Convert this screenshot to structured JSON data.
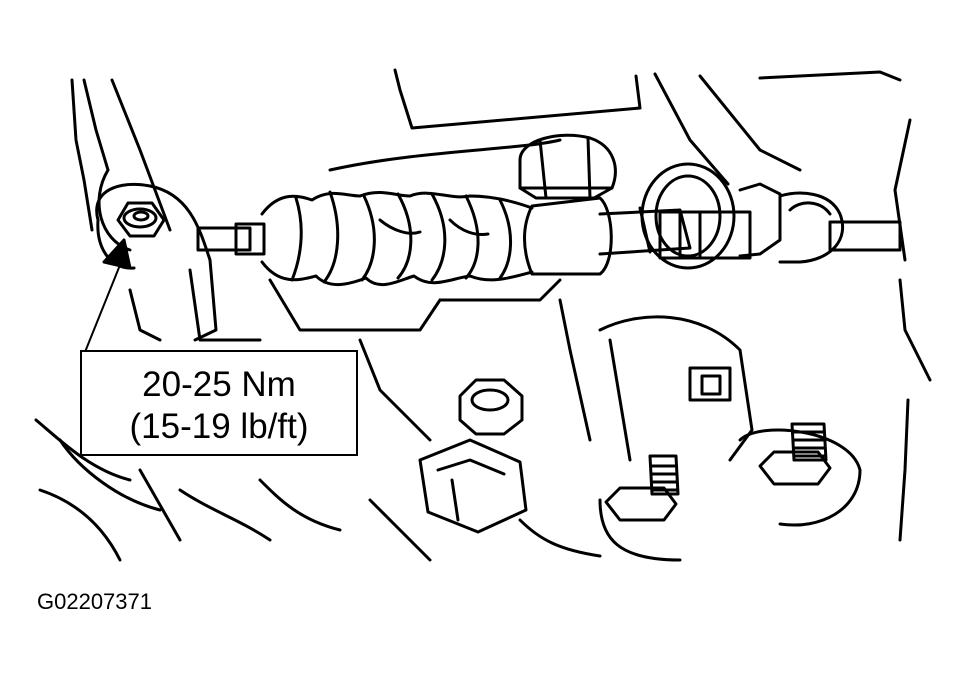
{
  "callout": {
    "torque_metric": "20-25 Nm",
    "torque_imperial": "(15-19 lb/ft)"
  },
  "figure_id": "G02207371",
  "colors": {
    "ink": "#000000",
    "paper": "#ffffff"
  }
}
